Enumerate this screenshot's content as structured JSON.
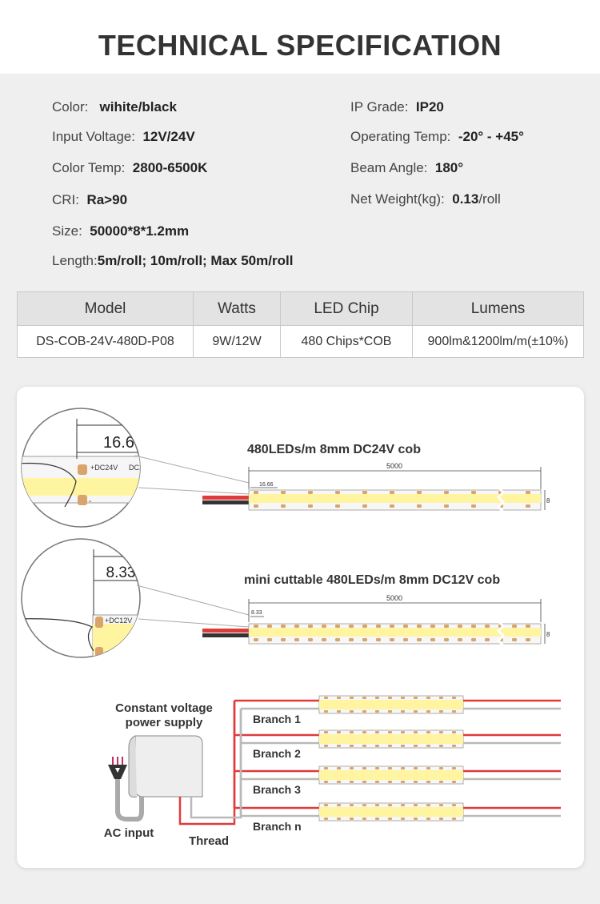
{
  "title": "TECHNICAL SPECIFICATION",
  "specs": {
    "color": {
      "label": "Color:",
      "value": "wihite/black"
    },
    "input_voltage": {
      "label": "Input Voltage:",
      "value": "12V/24V"
    },
    "color_temp": {
      "label": "Color Temp:",
      "value": "2800-6500K"
    },
    "cri": {
      "label": "CRI:",
      "value": "Ra>90"
    },
    "size": {
      "label": "Size:",
      "value": "50000*8*1.2mm"
    },
    "length": {
      "label": "Length:",
      "value": "5m/roll; 10m/roll; Max 50m/roll"
    },
    "ip_grade": {
      "label": "IP Grade:",
      "value": "IP20"
    },
    "operating_temp": {
      "label": "Operating Temp:",
      "value": "-20° - +45°"
    },
    "beam_angle": {
      "label": "Beam Angle:",
      "value": "180°"
    },
    "net_weight": {
      "label": "Net Weight(kg):",
      "value": "0.13",
      "unit": "/roll"
    }
  },
  "table": {
    "headers": [
      "Model",
      "Watts",
      "LED Chip",
      "Lumens"
    ],
    "row": [
      "DS-COB-24V-480D-P08",
      "9W/12W",
      "480 Chips*COB",
      "900lm&1200lm/m(±10%)"
    ]
  },
  "diagram1": {
    "title": "480LEDs/m 8mm DC24V cob",
    "cut_length": "16.66",
    "total_length": "5000",
    "width": "8",
    "pad_label_left": "DC24V",
    "pad_label_right": "DC24V",
    "plus": "+",
    "minus": "-"
  },
  "diagram2": {
    "title": "mini cuttable 480LEDs/m 8mm DC12V cob",
    "cut_length": "8.33",
    "total_length": "5000",
    "width": "8",
    "pad_label_left": "DC12V",
    "pad_label_right": "DC12V",
    "plus": "+",
    "minus": "-"
  },
  "wiring": {
    "power_supply_line1": "Constant voltage",
    "power_supply_line2": "power supply",
    "ac_input": "AC input",
    "thread": "Thread",
    "branches": [
      "Branch 1",
      "Branch 2",
      "Branch 3",
      "Branch n"
    ]
  },
  "colors": {
    "led_yellow": "#fff4a0",
    "strip_white": "#f7f7f7",
    "pad_copper": "#d9a36a",
    "wire_red": "#e03b3b",
    "wire_gray": "#b9b9b9"
  }
}
